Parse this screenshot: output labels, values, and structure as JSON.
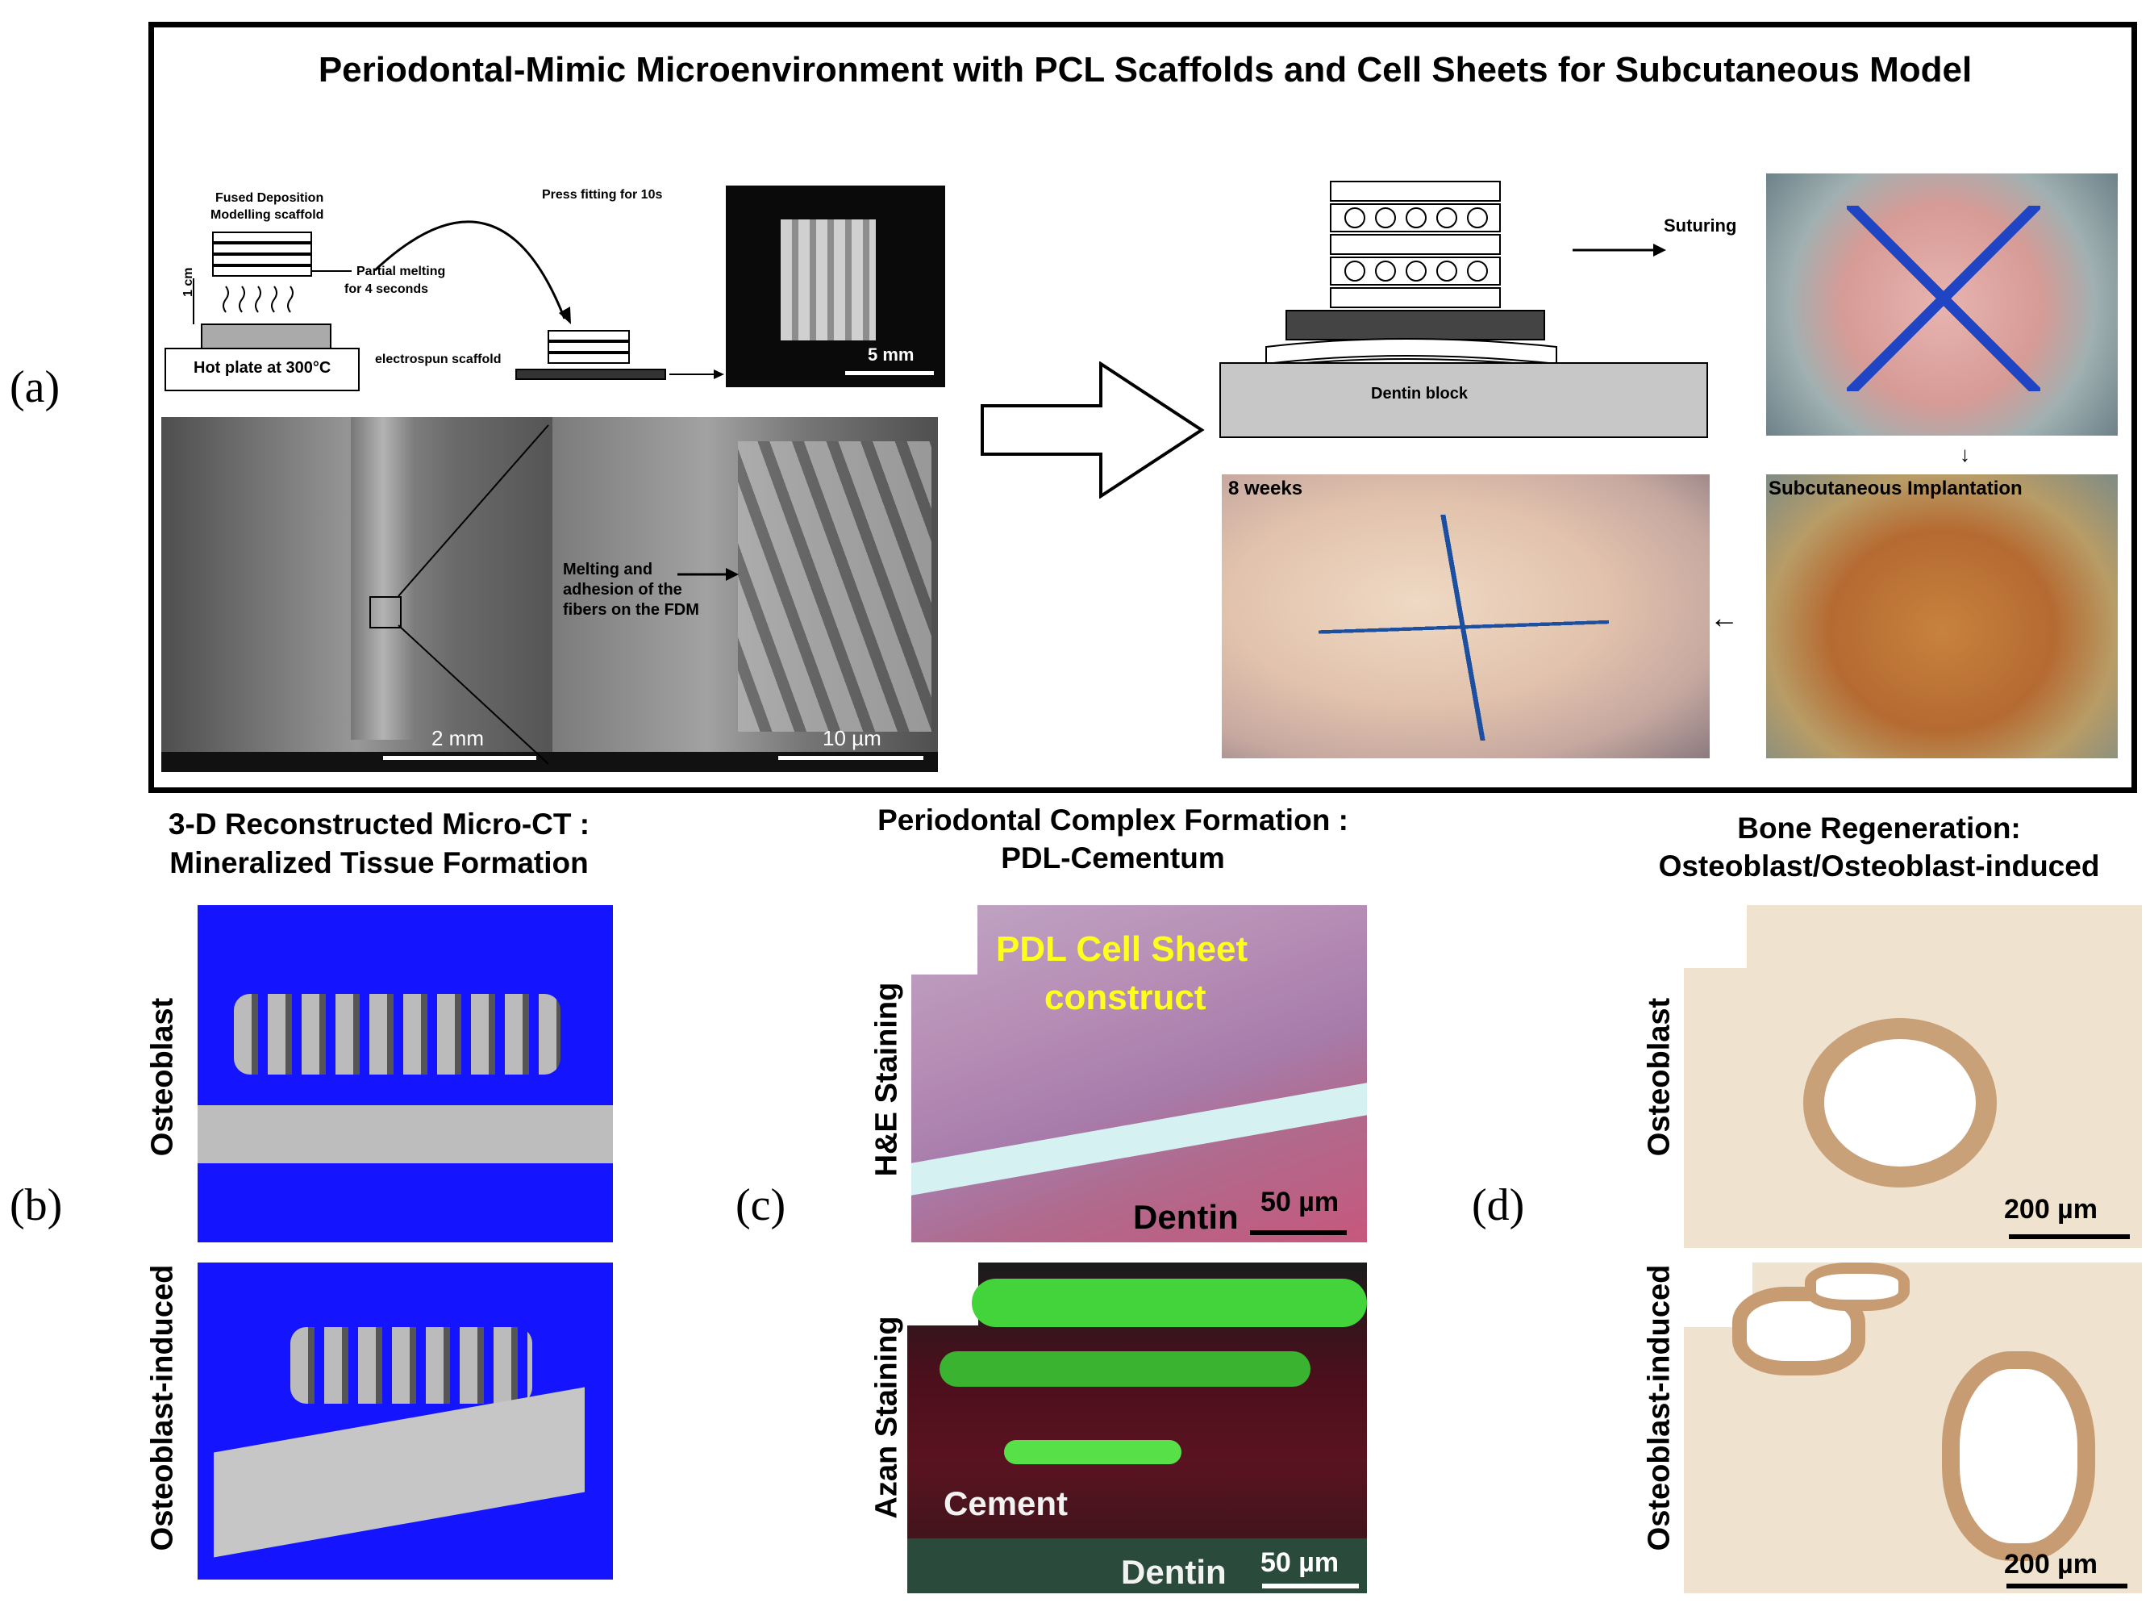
{
  "panel_a": {
    "label": "(a)",
    "title": "Periodontal-Mimic Microenvironment with PCL Scaffolds and Cell Sheets for Subcutaneous Model",
    "schematic": {
      "fdm_label_1": "Fused Deposition",
      "fdm_label_2": "Modelling scaffold",
      "partial_melting_1": "Partial melting",
      "partial_melting_2": "for 4 seconds",
      "distance": "1 cm",
      "hot_plate": "Hot plate at 300°C",
      "press_fitting": "Press fitting for 10s",
      "electrospun": "electrospun scaffold",
      "scale_photo": "5 mm"
    },
    "sem": {
      "annotation_1": "Melting  and",
      "annotation_2": "adhesion of the",
      "annotation_3": "fibers on the FDM",
      "scale_left": "2 mm",
      "scale_right": "10 µm"
    },
    "construct": {
      "dentin_block": "Dentin block",
      "suturing": "Suturing",
      "weeks": "8 weeks",
      "implantation": "Subcutaneous Implantation"
    }
  },
  "panel_b": {
    "label": "(b)",
    "heading_1": "3-D Reconstructed Micro-CT :",
    "heading_2": "Mineralized Tissue Formation",
    "row_top": "Osteoblast",
    "row_bottom": "Osteoblast-induced"
  },
  "panel_c": {
    "label": "(c)",
    "heading_1": "Periodontal Complex Formation :",
    "heading_2": "PDL-Cementum",
    "row_top": "H&E Staining",
    "row_bottom": "Azan Staining",
    "overlay_1": "PDL Cell Sheet",
    "overlay_2": "construct",
    "dentin_top": "Dentin",
    "scale_top": "50 µm",
    "cement": "Cement",
    "dentin_bottom": "Dentin",
    "scale_bottom": "50 µm"
  },
  "panel_d": {
    "label": "(d)",
    "heading_1": "Bone Regeneration:",
    "heading_2": "Osteoblast/Osteoblast-induced",
    "row_top": "Osteoblast",
    "row_bottom": "Osteoblast-induced",
    "scale_top": "200 µm",
    "scale_bottom": "200 µm"
  }
}
